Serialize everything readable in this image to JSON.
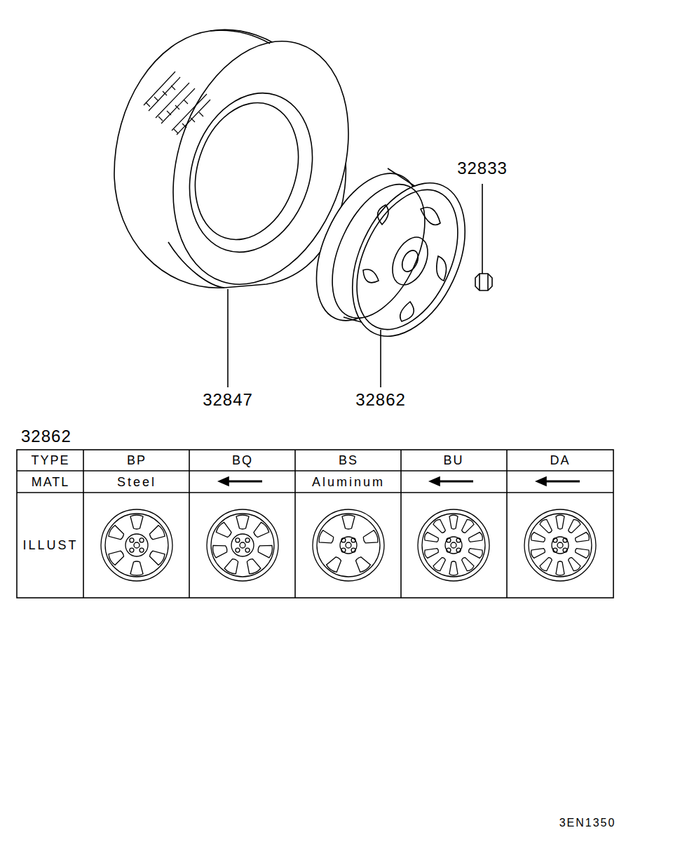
{
  "diagram": {
    "labels": [
      "32833",
      "32847",
      "32862",
      "32862",
      "TYPE",
      "BP",
      "BQ",
      "BS",
      "BU",
      "DA",
      "MATL",
      "Steel",
      "Aluminum",
      "ILLUST",
      "3EN1350"
    ]
  }
}
